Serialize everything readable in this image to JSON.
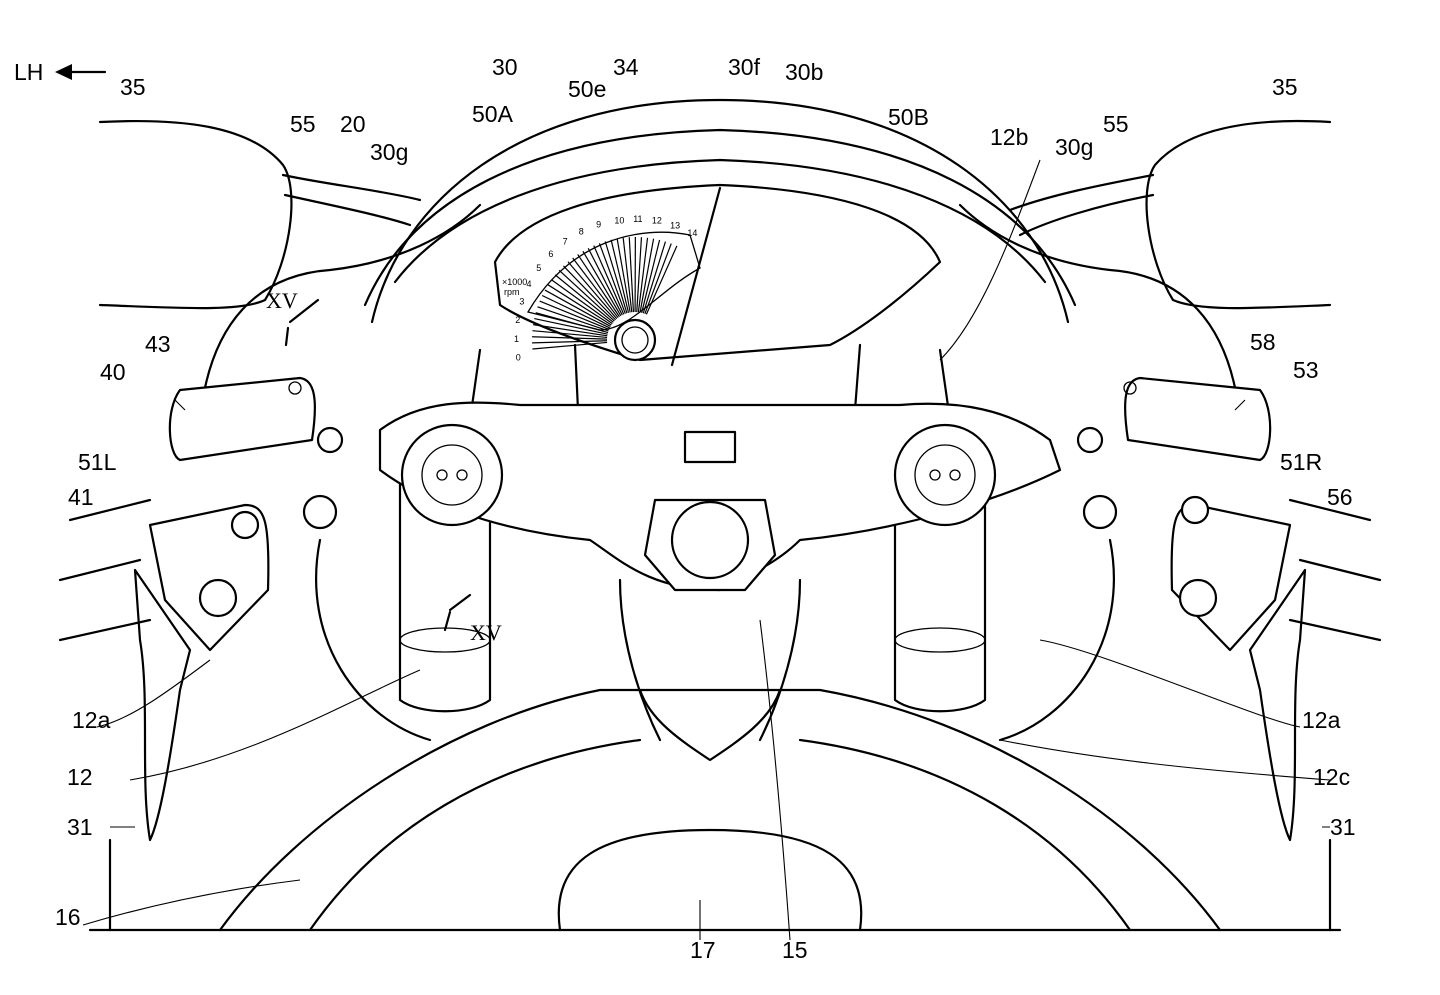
{
  "figure": {
    "direction_label": "LH",
    "labels": {
      "mirror_left": "35",
      "mirror_right": "35",
      "windscreen": "30",
      "meter_visor": "34",
      "screen_top": "30f",
      "screen_edge": "30b",
      "meter_scale": "50e",
      "tachometer": "50A",
      "display": "50B",
      "top_bridge": "12b",
      "screen_inner_left": "30g",
      "screen_inner_right": "30g",
      "bracket_left": "55",
      "stay": "20",
      "bracket_right": "55",
      "section_mark_top": "XV",
      "section_mark_bottom": "XV",
      "reservoir_left": "43",
      "master_cyl_left": "40",
      "reservoir_right": "58",
      "master_cyl_right": "53",
      "switch_left": "51L",
      "switch_right": "51R",
      "lever_left": "41",
      "lever_right": "56",
      "fork_left": "12a",
      "fork_right": "12a",
      "steering": "12",
      "stem": "12c",
      "cowl_left": "31",
      "cowl_right": "31",
      "tank": "16",
      "tank_cover": "17",
      "stem_nut": "15"
    },
    "gauge": {
      "ticks": [
        "0",
        "1",
        "2",
        "3",
        "4",
        "5",
        "6",
        "7",
        "8",
        "9",
        "10",
        "11",
        "12",
        "13",
        "14"
      ],
      "unit_top": "×1000",
      "unit_bottom": "rpm"
    }
  }
}
